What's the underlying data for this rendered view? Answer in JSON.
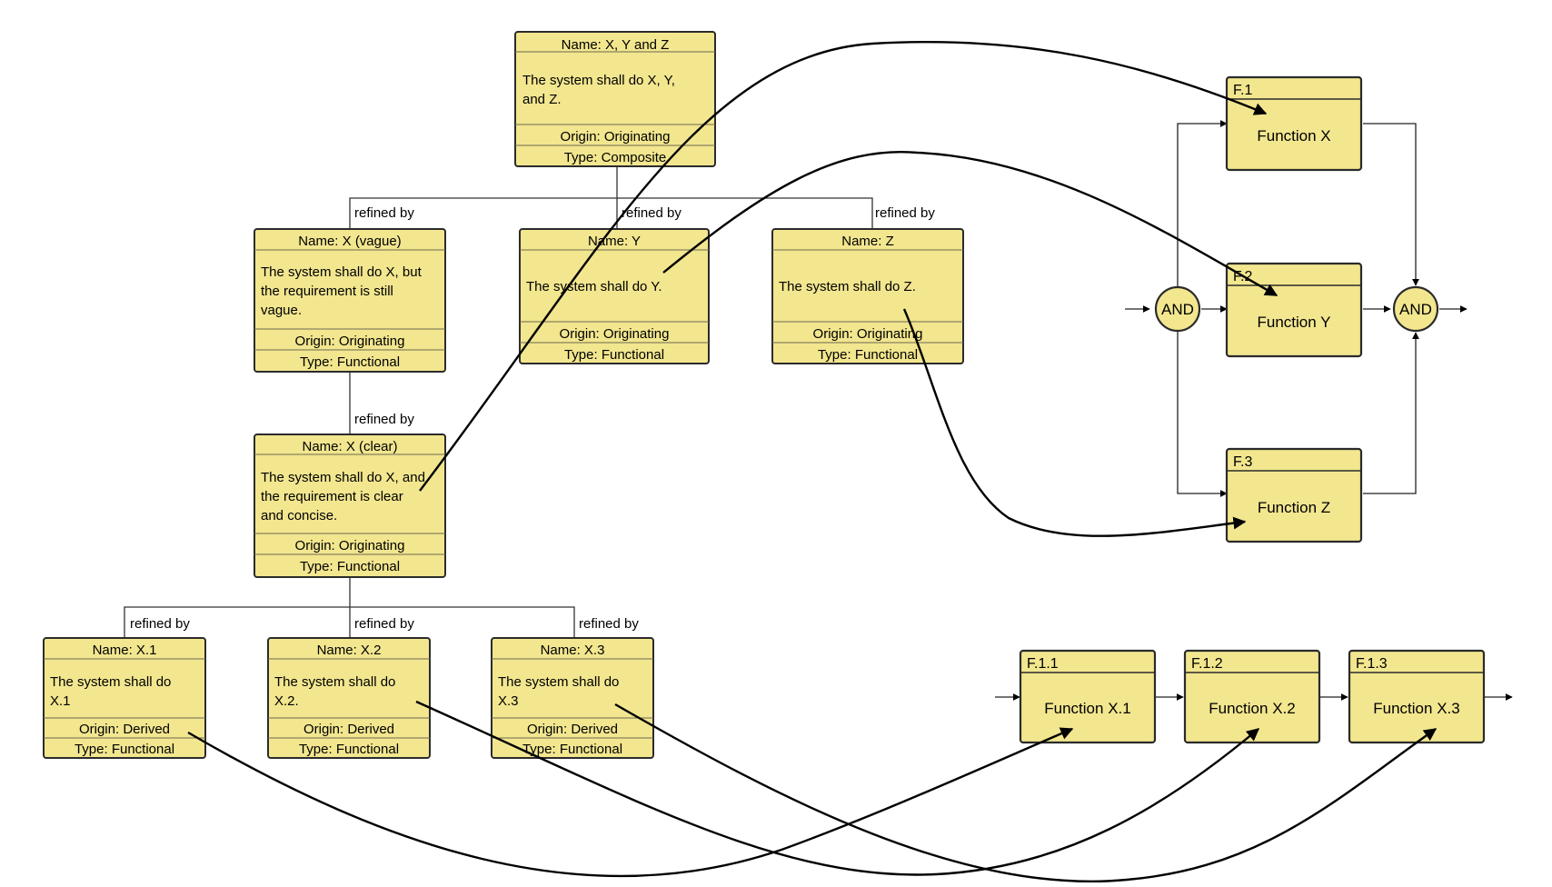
{
  "refined_by_label": "refined by",
  "requirements": [
    {
      "id": "xyz",
      "name": "Name: X, Y and Z",
      "text": [
        "The system shall do X, Y,",
        "and Z."
      ],
      "origin": "Origin: Originating",
      "type": "Type: Composite"
    },
    {
      "id": "xvague",
      "name": "Name: X (vague)",
      "text": [
        "The system shall do X, but",
        "the requirement is still",
        "vague."
      ],
      "origin": "Origin: Originating",
      "type": "Type: Functional"
    },
    {
      "id": "y",
      "name": "Name: Y",
      "text": [
        "The system shall do Y."
      ],
      "origin": "Origin: Originating",
      "type": "Type: Functional"
    },
    {
      "id": "z",
      "name": "Name: Z",
      "text": [
        "The system shall do Z."
      ],
      "origin": "Origin: Originating",
      "type": "Type: Functional"
    },
    {
      "id": "xclear",
      "name": "Name: X (clear)",
      "text": [
        "The system shall do X, and",
        "the requirement is clear",
        "and concise."
      ],
      "origin": "Origin: Originating",
      "type": "Type: Functional"
    },
    {
      "id": "x1",
      "name": "Name: X.1",
      "text": [
        "The system shall do",
        "X.1"
      ],
      "origin": "Origin: Derived",
      "type": "Type: Functional"
    },
    {
      "id": "x2",
      "name": "Name: X.2",
      "text": [
        "The system shall do",
        "X.2."
      ],
      "origin": "Origin: Derived",
      "type": "Type: Functional"
    },
    {
      "id": "x3",
      "name": "Name: X.3",
      "text": [
        "The system shall do",
        "X.3"
      ],
      "origin": "Origin: Derived",
      "type": "Type: Functional"
    }
  ],
  "functions": [
    {
      "id": "F.1",
      "label": "Function X"
    },
    {
      "id": "F.2",
      "label": "Function Y"
    },
    {
      "id": "F.3",
      "label": "Function Z"
    },
    {
      "id": "F.1.1",
      "label": "Function X.1"
    },
    {
      "id": "F.1.2",
      "label": "Function X.2"
    },
    {
      "id": "F.1.3",
      "label": "Function X.3"
    }
  ],
  "gates": {
    "left": "AND",
    "right": "AND"
  },
  "colors": {
    "box_fill": "#f2e68f",
    "box_stroke": "#2b2b2b",
    "line": "#000000"
  }
}
